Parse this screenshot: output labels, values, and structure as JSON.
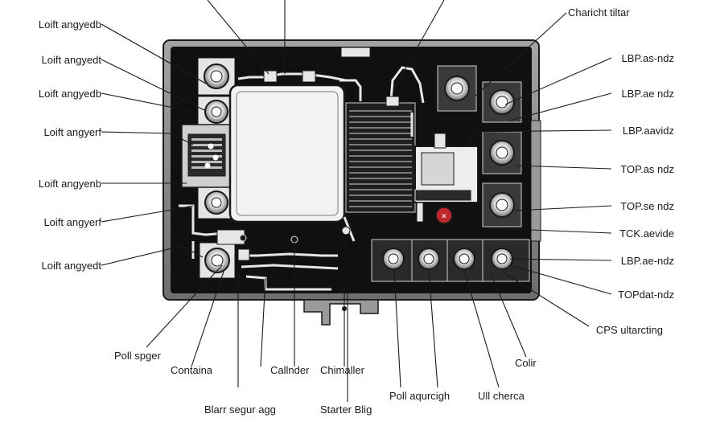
{
  "diagram": {
    "labels": {
      "left": [
        "Loift angyedb",
        "Loift angyedt",
        "Loift angyedb",
        "Loift angyerf",
        "Loift angyenb",
        "Loift angyerf",
        "Loift angyedt"
      ],
      "right": [
        "Charicht tiltar",
        "LBP.as-ndz",
        "LBP.ae ndz",
        "LBP.aavidz",
        "TOP.as ndz",
        "TOP.se ndz",
        "TCK.aevide",
        "LBP.ae-ndz",
        "TOPdat-ndz",
        "CPS ultarcting"
      ],
      "bottom": [
        "Poll spger",
        "Containa",
        "Blarr segur agg",
        "Callnder",
        "Chimaller",
        "Starter Blig",
        "Poll aqurcigh",
        "Ull cherca",
        "Colir"
      ]
    },
    "colors": {
      "ink": "#1a1a1a",
      "board": "#101010",
      "frame": "#8a8a8a",
      "module": "#f2f2f2",
      "accent_red": "#c0272d"
    }
  }
}
